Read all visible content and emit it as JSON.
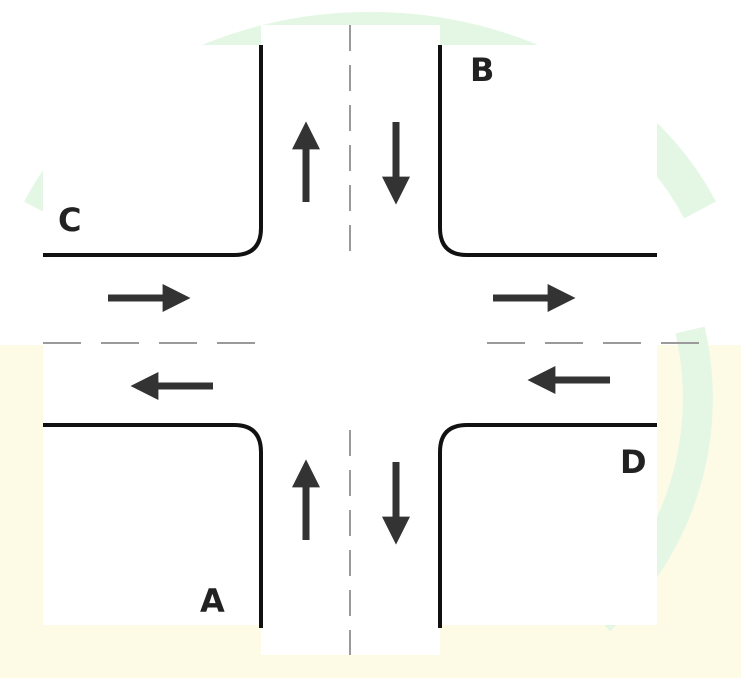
{
  "diagram": {
    "labels": {
      "a": "A",
      "b": "B",
      "c": "C",
      "d": "D"
    },
    "colors": {
      "road_edge": "#111111",
      "lane_divider": "#9a9a9a",
      "arrow": "#333333",
      "background": "#ffffff",
      "watermark_green": "#e4f7e4",
      "watermark_yellow": "#fdfbe6"
    }
  }
}
